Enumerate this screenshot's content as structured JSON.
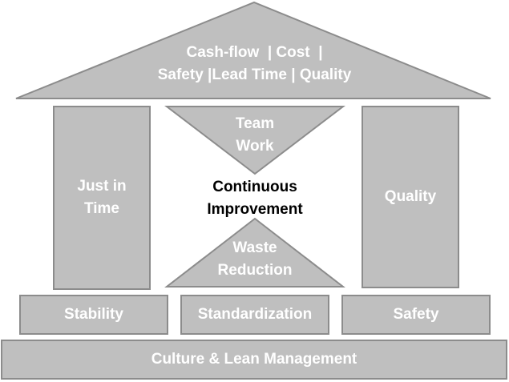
{
  "roof": {
    "line1": "Cash-flow  | Cost  |",
    "line2": "Safety |Lead Time | Quality"
  },
  "pillars": {
    "left": {
      "line1": "Just in",
      "line2": "Time"
    },
    "right": {
      "label": "Quality"
    }
  },
  "center": {
    "top_triangle": {
      "line1": "Team",
      "line2": "Work"
    },
    "middle": {
      "line1": "Continuous",
      "line2": "Improvement"
    },
    "bottom_triangle": {
      "line1": "Waste",
      "line2": "Reduction"
    }
  },
  "foundation": {
    "blocks": [
      "Stability",
      "Standardization",
      "Safety"
    ],
    "base": "Culture & Lean Management"
  },
  "colors": {
    "fill": "#BFBFBF",
    "stroke": "#888888",
    "text": "#FFFFFF",
    "center_text": "#000000"
  }
}
